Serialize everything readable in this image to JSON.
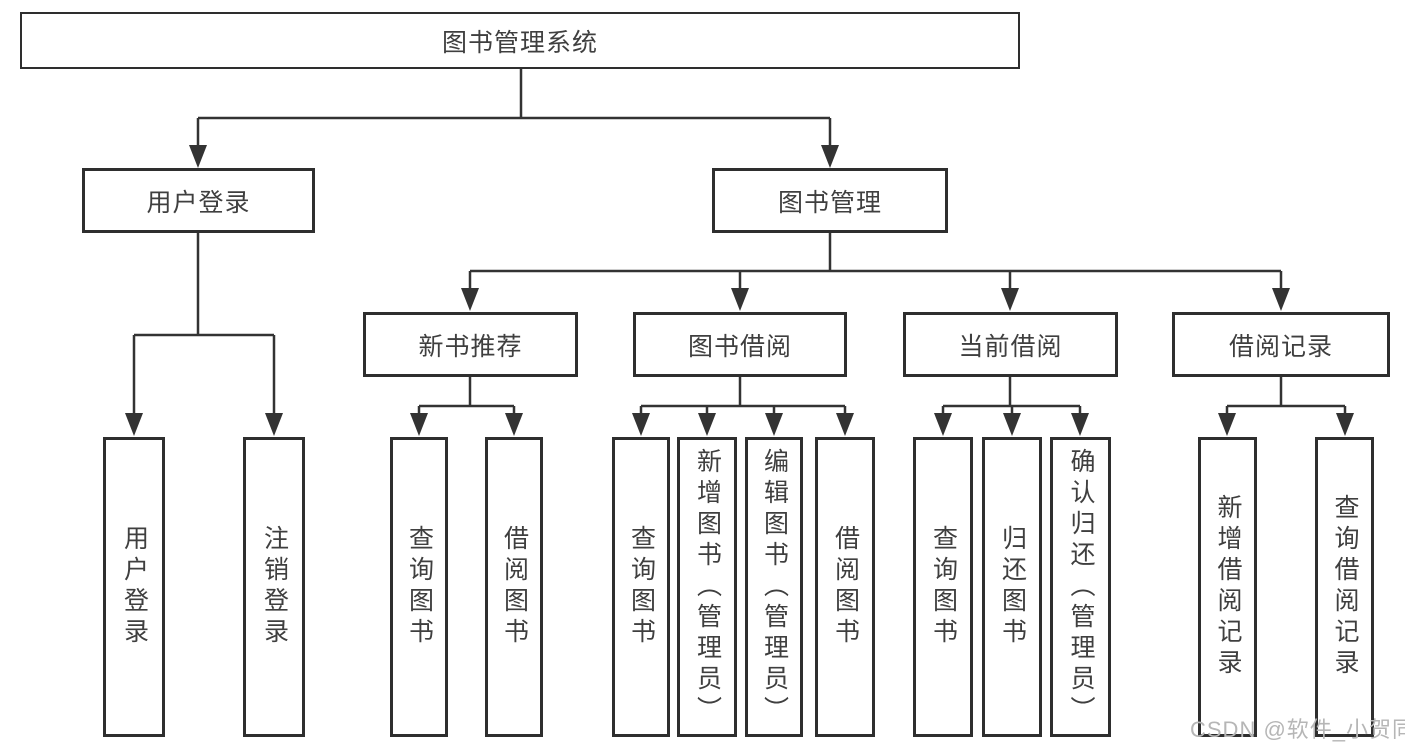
{
  "colors": {
    "line": "#333333",
    "box_border": "#2e2e2e",
    "box_background": "#ffffff",
    "text": "#3f3f3f",
    "watermark": "#b6b6b6"
  },
  "tree": {
    "label": "图书管理系统",
    "children": [
      {
        "label": "用户登录",
        "children": [
          {
            "label": "用户登录"
          },
          {
            "label": "注销登录"
          }
        ]
      },
      {
        "label": "图书管理",
        "children": [
          {
            "label": "新书推荐",
            "children": [
              {
                "label": "查询图书"
              },
              {
                "label": "借阅图书"
              }
            ]
          },
          {
            "label": "图书借阅",
            "children": [
              {
                "label": "查询图书"
              },
              {
                "label": "新增图书（管理员）"
              },
              {
                "label": "编辑图书（管理员）"
              },
              {
                "label": "借阅图书"
              }
            ]
          },
          {
            "label": "当前借阅",
            "children": [
              {
                "label": "查询图书"
              },
              {
                "label": "归还图书"
              },
              {
                "label": "确认归还（管理员）"
              }
            ]
          },
          {
            "label": "借阅记录",
            "children": [
              {
                "label": "新增借阅记录"
              },
              {
                "label": "查询借阅记录"
              }
            ]
          }
        ]
      }
    ]
  },
  "watermark": {
    "text": "CSDN @软件_小贺同学"
  }
}
